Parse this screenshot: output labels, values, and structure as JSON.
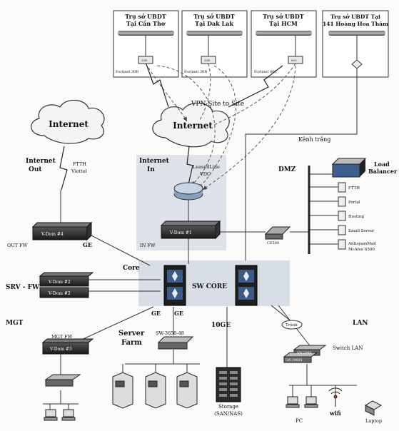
{
  "branches": [
    {
      "title_line1": "Trụ sở UBDT",
      "title_line2": "Tại Cần Thơ",
      "device": "Fortinet 30B",
      "box_label": "30B"
    },
    {
      "title_line1": "Trụ sở UBDT",
      "title_line2": "Tại Dak Lak",
      "device": "Fortinet 30B",
      "box_label": "30B"
    },
    {
      "title_line1": "Trụ sở UBDT",
      "title_line2": "Tại HCM",
      "device": "Fortinet 80C",
      "box_label": "80C"
    },
    {
      "title_line1": "Trụ sở UBDT Tại",
      "title_line2": "141 Hoàng Hoa Thám",
      "device": "",
      "box_label": ""
    }
  ],
  "labels": {
    "internet_left": "Internet",
    "internet_center": "Internet",
    "vpn": "VPN Site to Site",
    "kenh_trang": "Kênh trắng",
    "internet_out_1": "Internet",
    "internet_out_2": "Out",
    "ftth_1": "FTTH",
    "ftth_2": "Viettel",
    "internet_in_1": "Internet",
    "internet_in_2": "In",
    "leased_1": "LeasedLine",
    "leased_2": "VDC",
    "dmz": "DMZ",
    "load_balancer_1": "Load",
    "load_balancer_2": "Balancer",
    "out_fw": "OUT FW",
    "ge_left": "GE",
    "in_fw": "IN FW",
    "core": "Core",
    "sw_core": "SW CORE",
    "srv_fw": "SRV - FW",
    "mgt": "MGT",
    "mgt_fw": "MGT FW",
    "ge_srv1": "GE",
    "ge_srv2": "GE",
    "server_farm_1": "Server",
    "server_farm_2": "Farm",
    "sw_3650": "SW-3650-48",
    "ten_ge": "10GE",
    "storage_1": "Storage",
    "storage_2": "(SAN/NAS)",
    "lan": "LAN",
    "trunk": "Trunk",
    "switch_lan": "Switch LAN",
    "pc": "PC",
    "wifi": "wifi",
    "laptop": "Laptop",
    "cf_switch": "CE500"
  },
  "vdoms": {
    "v4": "V-Dom #4",
    "v1": "V-Dom #1",
    "v2a": "V-Dom #2",
    "v2b": "V-Dom #2",
    "v3": "V-Dom #3"
  },
  "dmz_servers": [
    "FTTH",
    "Portal",
    "Hosting",
    "Email Server",
    "AntispamMail",
    "McAfee 4500"
  ],
  "switch_lan_labels": [
    "SW-2960",
    "SW-2960S"
  ]
}
